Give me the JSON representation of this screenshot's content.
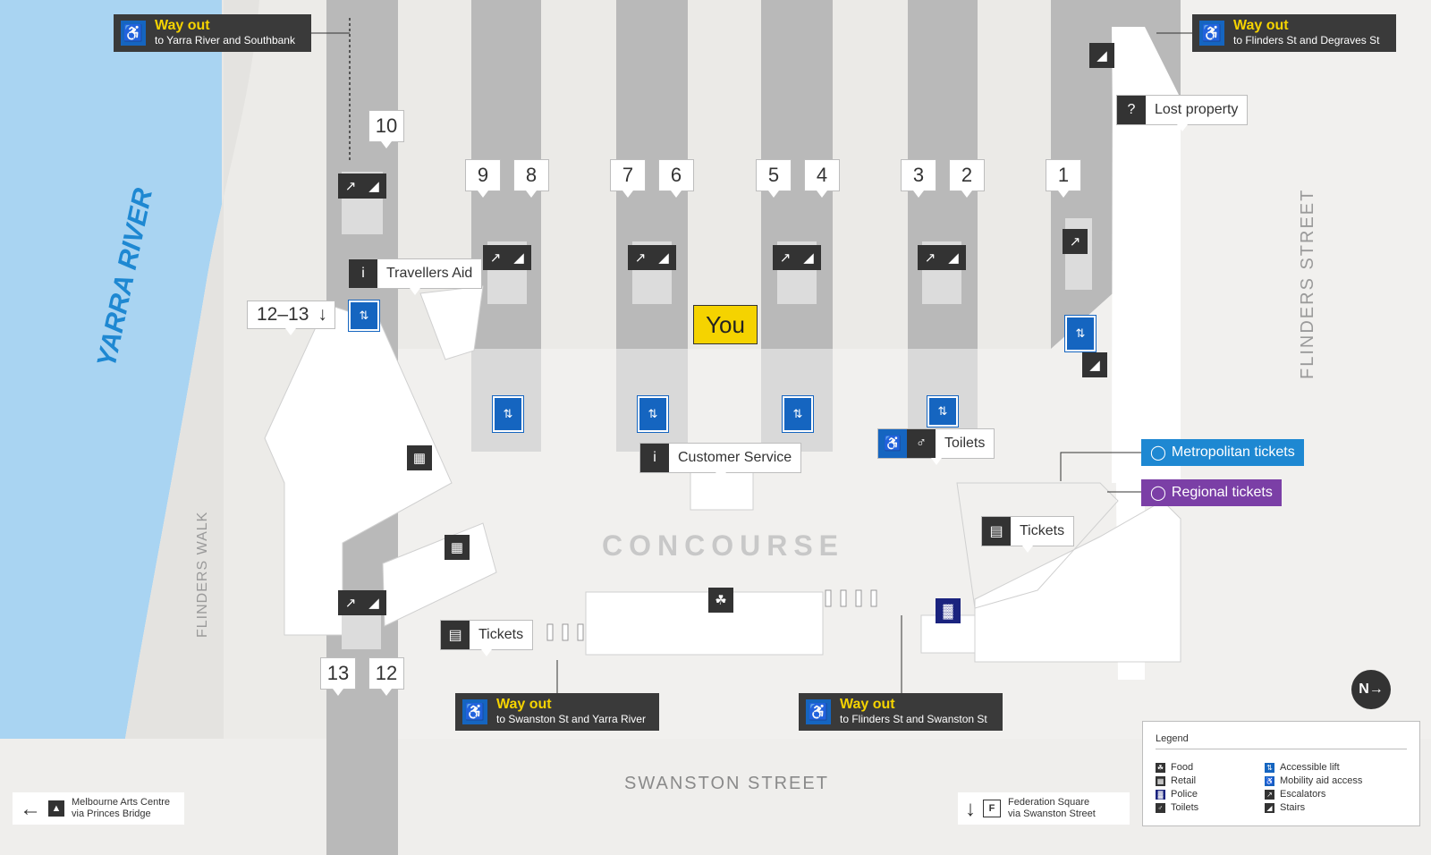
{
  "map": {
    "river_label": "YARRA RIVER",
    "flinders_walk": "FLINDERS WALK",
    "flinders_street": "FLINDERS STREET",
    "swanston_street": "SWANSTON STREET",
    "concourse": "CONCOURSE",
    "you_label": "You"
  },
  "platforms": [
    "10",
    "9",
    "8",
    "7",
    "6",
    "5",
    "4",
    "3",
    "2",
    "1",
    "13",
    "12"
  ],
  "platform_12_13": "12–13",
  "way_outs": [
    {
      "title": "Way out",
      "sub": "to Yarra River and Southbank"
    },
    {
      "title": "Way out",
      "sub": "to Flinders St and Degraves St"
    },
    {
      "title": "Way out",
      "sub": "to Swanston St and Yarra River"
    },
    {
      "title": "Way out",
      "sub": "to Flinders St and Swanston St"
    }
  ],
  "labels": {
    "lost_property": "Lost property",
    "travellers_aid": "Travellers Aid",
    "customer_service": "Customer Service",
    "toilets": "Toilets",
    "tickets_right": "Tickets",
    "tickets_left": "Tickets"
  },
  "ticket_types": {
    "metro": "Metropolitan tickets",
    "regional": "Regional tickets"
  },
  "legend": {
    "title": "Legend",
    "items_left": [
      "Food",
      "Retail",
      "Police",
      "Toilets"
    ],
    "items_right": [
      "Accessible lift",
      "Mobility aid access",
      "Escalators",
      "Stairs"
    ]
  },
  "nav": {
    "left_line1": "Melbourne Arts Centre",
    "left_line2": "via Princes Bridge",
    "right_line1": "Federation Square",
    "right_line2": "via Swanston Street"
  },
  "north": "N",
  "colors": {
    "river": "#a9d4f2",
    "metro": "#1e88d2",
    "regional": "#7b3fa6",
    "you": "#f5d300",
    "access": "#1565c0"
  },
  "icons": [
    "wheelchair-icon",
    "escalator-icon",
    "stairs-icon",
    "lift-icon",
    "info-person-icon",
    "toilet-icon",
    "ticket-icon",
    "food-icon",
    "retail-icon",
    "police-icon",
    "lost-property-icon",
    "arrow-left-icon",
    "arrow-down-icon",
    "north-arrow-icon"
  ]
}
